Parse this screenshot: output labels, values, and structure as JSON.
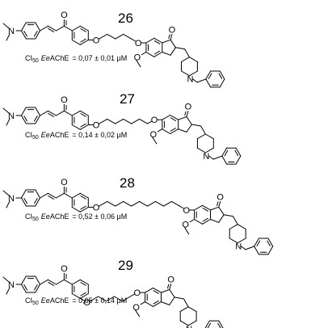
{
  "compounds": [
    {
      "number": "26",
      "ci50_prefix": "CI",
      "ci50_subscript": "50",
      "enzyme_italic": "Ee",
      "enzyme": "AChE",
      "activity": "= 0,07 ± 0,01 µM"
    },
    {
      "number": "27",
      "ci50_prefix": "CI",
      "ci50_subscript": "50",
      "enzyme_italic": "Ee",
      "enzyme": "AChE",
      "activity": "= 0,14 ± 0,02 µM"
    },
    {
      "number": "28",
      "ci50_prefix": "CI",
      "ci50_subscript": "50",
      "enzyme_italic": "Ee",
      "enzyme": "AChE",
      "activity": "= 0,52 ± 0,06 µM"
    },
    {
      "number": "29",
      "ci50_prefix": "CI",
      "ci50_subscript": "50",
      "enzyme_italic": "Ee",
      "enzyme": "AChE",
      "activity": "= 0,65 ± 0,14 µM"
    }
  ],
  "atoms": {
    "nitrogen": "N",
    "oxygen": "O"
  }
}
